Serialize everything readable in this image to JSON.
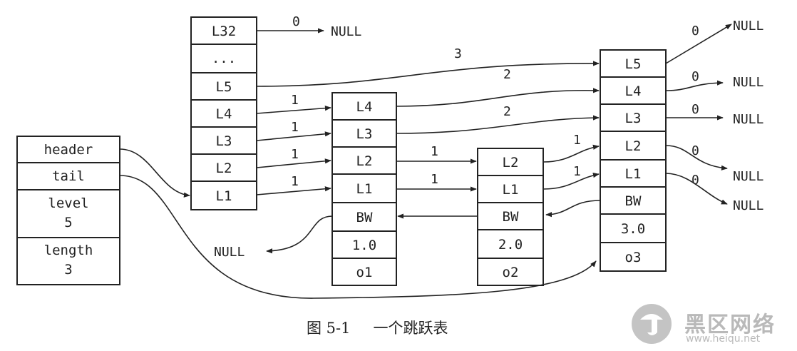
{
  "list_struct": {
    "cells": [
      "header",
      "tail",
      "level",
      "5",
      "length",
      "3"
    ]
  },
  "header_node": {
    "levels": [
      "L32",
      "...",
      "L5",
      "L4",
      "L3",
      "L2",
      "L1"
    ]
  },
  "node1": {
    "levels": [
      "L4",
      "L3",
      "L2",
      "L1"
    ],
    "backward": "BW",
    "score": "1.0",
    "obj": "o1"
  },
  "node2": {
    "levels": [
      "L2",
      "L1"
    ],
    "backward": "BW",
    "score": "2.0",
    "obj": "o2"
  },
  "node3": {
    "levels": [
      "L5",
      "L4",
      "L3",
      "L2",
      "L1"
    ],
    "backward": "BW",
    "score": "3.0",
    "obj": "o3"
  },
  "null_label": "NULL",
  "spans": {
    "l32": "0",
    "h_l5": "3",
    "h_l4": "1",
    "h_l3": "1",
    "h_l2": "1",
    "h_l1": "1",
    "n1_l4": "2",
    "n1_l3": "2",
    "n1_l2": "1",
    "n1_l1": "1",
    "n2_l2": "1",
    "n2_l1": "1",
    "n3_l5": "0",
    "n3_l4": "0",
    "n3_l3": "0",
    "n3_l2": "0",
    "n3_l1": "0"
  },
  "caption": {
    "figure": "图 5-1",
    "title": "一个跳跃表"
  },
  "watermark": {
    "name": "黑区网络",
    "url": "www.heiqu.net"
  }
}
